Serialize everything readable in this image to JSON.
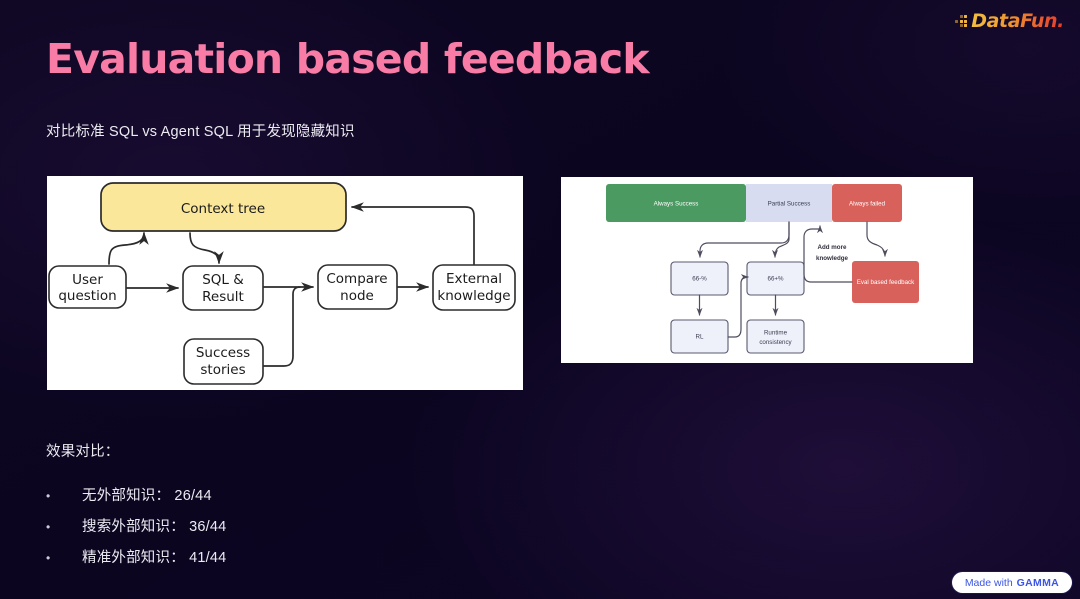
{
  "brand": {
    "logo_text": "DataFun.",
    "logo_icon": "datafun-logo"
  },
  "header": {
    "title": "Evaluation based feedback",
    "subtitle": "对比标准 SQL vs Agent SQL 用于发现隐藏知识",
    "title_color": "#f87ca6"
  },
  "figure_left": {
    "name": "context-tree-flow-diagram",
    "nodes": {
      "context_tree": "Context tree",
      "user_question_l1": "User",
      "user_question_l2": "question",
      "sql_result_l1": "SQL &",
      "sql_result_l2": "Result",
      "compare_node_l1": "Compare",
      "compare_node_l2": "node",
      "external_knowledge_l1": "External",
      "external_knowledge_l2": "knowledge",
      "success_stories_l1": "Success",
      "success_stories_l2": "stories"
    },
    "colors": {
      "context_tree_fill": "#fbe79a",
      "node_fill": "#ffffff",
      "stroke": "#2b2b2b",
      "panel_bg": "#ffffff"
    }
  },
  "figure_right": {
    "name": "success-tier-feedback-diagram",
    "top_bands": [
      {
        "label": "Always Success",
        "color": "#4a9a62",
        "text_color": "#ffffff"
      },
      {
        "label": "Partial Success",
        "color": "#d7dcf0",
        "text_color": "#3c3c50"
      },
      {
        "label": "Always failed",
        "color": "#d9615c",
        "text_color": "#ffffff"
      }
    ],
    "nodes": {
      "threshold_low": "66-%",
      "threshold_high": "66+%",
      "rl": "RL",
      "runtime_consistency_l1": "Runtime",
      "runtime_consistency_l2": "consistency",
      "eval_feedback": "Eval based feedback"
    },
    "annotations": {
      "add_more_knowledge_l1": "Add more",
      "add_more_knowledge_l2": "knowledge"
    },
    "colors": {
      "node_fill": "#eef1fa",
      "node_stroke": "#5a5a6e",
      "red_fill": "#d9615c",
      "panel_bg": "#ffffff"
    }
  },
  "results": {
    "label": "效果对比：",
    "bullet_marker": "•",
    "items": [
      {
        "label": "无外部知识：",
        "value": "26/44",
        "text": "无外部知识： 26/44"
      },
      {
        "label": "搜索外部知识：",
        "value": "36/44",
        "text": "搜索外部知识： 36/44"
      },
      {
        "label": "精准外部知识：",
        "value": "41/44",
        "text": "精准外部知识： 41/44"
      }
    ]
  },
  "footer": {
    "made_with_prefix": "Made with",
    "made_with_brand": "GAMMA"
  },
  "theme": {
    "background": "#0c0620",
    "text": "#ecebf2"
  }
}
